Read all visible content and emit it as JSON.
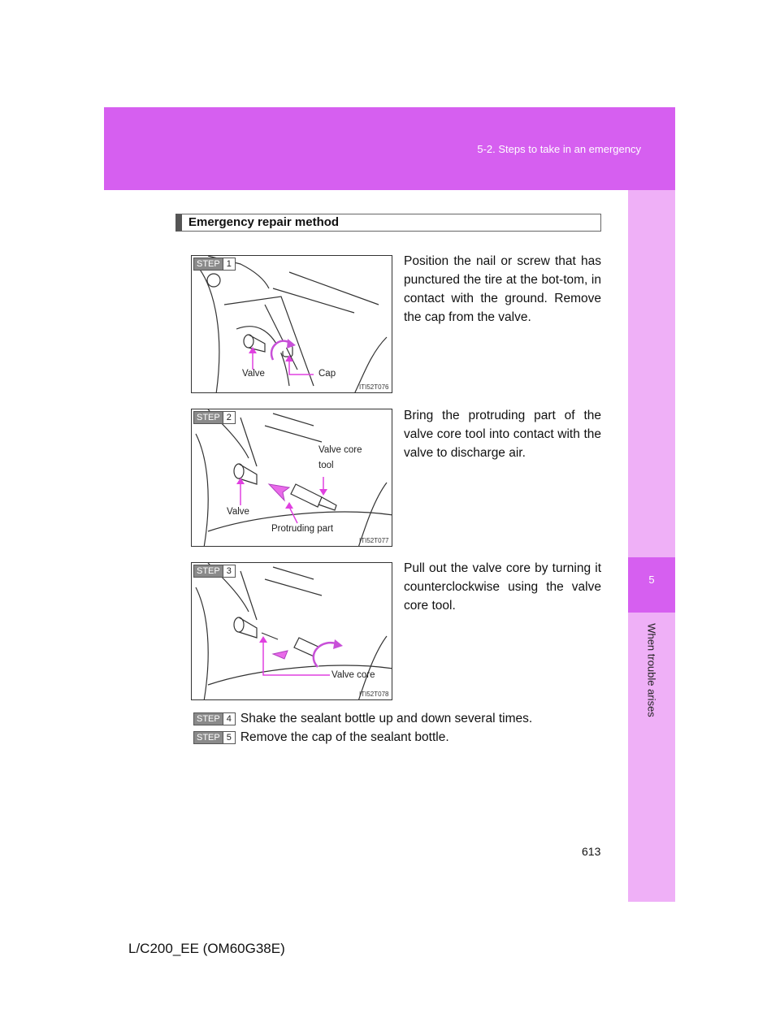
{
  "header": {
    "section": "5-2. Steps to take in an emergency"
  },
  "side_tab": {
    "number": "5",
    "label": "When trouble arises"
  },
  "section_title": "Emergency repair method",
  "steps": [
    {
      "badge": "STEP",
      "number": "1",
      "text": "Position the nail or screw that has punctured the tire at the bot-tom, in contact with the ground. Remove the cap from the valve.",
      "callouts": [
        "Valve",
        "Cap"
      ],
      "figure_code": "ITI52T076"
    },
    {
      "badge": "STEP",
      "number": "2",
      "text": "Bring the protruding part of the valve core tool into contact with the valve to discharge air.",
      "callouts": [
        "Valve core",
        "tool",
        "Valve",
        "Protruding part"
      ],
      "figure_code": "ITI52T077"
    },
    {
      "badge": "STEP",
      "number": "3",
      "text": "Pull out the valve core by turning it counterclockwise using the valve core tool.",
      "callouts": [
        "Valve core"
      ],
      "figure_code": "ITI52T078"
    },
    {
      "badge": "STEP",
      "number": "4",
      "text": "Shake the sealant bottle up and down several times."
    },
    {
      "badge": "STEP",
      "number": "5",
      "text": "Remove the cap of the sealant bottle."
    }
  ],
  "page_number": "613",
  "footer": "L/C200_EE (OM60G38E)",
  "colors": {
    "header": "#d65ff0",
    "side_tab": "#efb0f7",
    "callout_line": "#e040e0"
  }
}
